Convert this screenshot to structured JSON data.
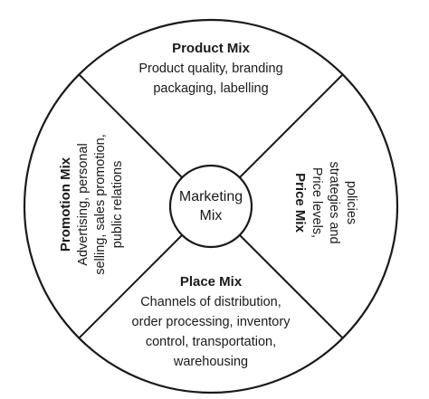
{
  "center": {
    "line1": "Marketing",
    "line2": "Mix"
  },
  "product": {
    "title": "Product Mix",
    "lines": [
      "Product quality, branding",
      "packaging, labelling"
    ]
  },
  "price": {
    "title": "Price Mix",
    "lines": [
      "Price levels,",
      "strategies and",
      "policies"
    ]
  },
  "place": {
    "title": "Place Mix",
    "lines": [
      "Channels of distribution,",
      "order processing, inventory",
      "control, transportation,",
      "warehousing"
    ]
  },
  "promotion": {
    "title": "Promotion Mix",
    "lines": [
      "Advertising, personal",
      "selling, sales promotion,",
      "public relations"
    ]
  }
}
